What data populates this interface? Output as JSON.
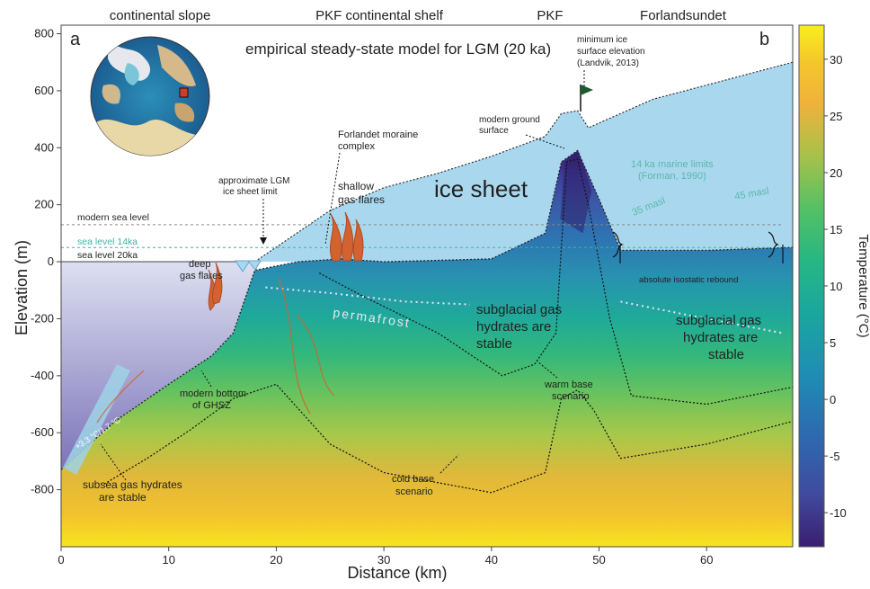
{
  "chart_data": {
    "type": "area",
    "xlabel": "Distance (km)",
    "ylabel": "Elevation (m)",
    "xlim": [
      0,
      68
    ],
    "ylim": [
      -1000,
      830
    ],
    "xticks": [
      "0",
      "10",
      "20",
      "30",
      "40",
      "50",
      "60"
    ],
    "yticks": [
      "800",
      "600",
      "400",
      "200",
      "0",
      "-200",
      "-400",
      "-600",
      "-800"
    ],
    "colorbar": {
      "label": "Temperature (°C)",
      "ticks": [
        "30",
        "25",
        "20",
        "15",
        "10",
        "5",
        "0",
        "-5",
        "-10"
      ],
      "range": [
        -13,
        33
      ]
    },
    "regions": [
      "continental slope",
      "PKF continental shelf",
      "PKF",
      "Forlandsundet"
    ],
    "panel_labels": [
      "a",
      "b"
    ],
    "title": "empirical steady-state model for LGM (20 ka)",
    "sea_levels": [
      {
        "label": "modern sea level",
        "elevation": 130
      },
      {
        "label": "sea level 14ka",
        "elevation": 50
      },
      {
        "label": "sea level 20ka",
        "elevation": 0
      }
    ],
    "ice_surface": {
      "x": [
        18,
        25,
        30,
        35,
        40,
        45,
        46.5,
        48,
        49,
        55,
        60,
        68
      ],
      "y": [
        0,
        180,
        260,
        310,
        370,
        440,
        520,
        530,
        470,
        570,
        620,
        700
      ]
    },
    "ground_surface": {
      "x": [
        0,
        5,
        10,
        14,
        16,
        18,
        22,
        26,
        30,
        40,
        45,
        46.5,
        48,
        50,
        52,
        60,
        68
      ],
      "y": [
        -730,
        -560,
        -430,
        -330,
        -250,
        -30,
        0,
        10,
        0,
        10,
        100,
        350,
        390,
        220,
        40,
        40,
        50
      ]
    },
    "cold_base_ghsz": {
      "x": [
        4,
        8,
        12,
        16,
        20,
        25,
        30,
        40,
        45,
        46.5,
        48,
        49.5,
        52,
        60,
        68
      ],
      "y": [
        -780,
        -690,
        -590,
        -480,
        -430,
        -640,
        -740,
        -810,
        -740,
        -480,
        -450,
        -520,
        -690,
        -640,
        -560
      ]
    },
    "warm_base_ghsz": {
      "x": [
        24,
        28,
        35,
        41,
        44,
        46,
        47,
        48,
        49,
        51,
        53,
        60,
        68
      ],
      "y": [
        -40,
        -120,
        -250,
        -400,
        -360,
        -250,
        350,
        360,
        200,
        -200,
        -470,
        -500,
        -440
      ]
    },
    "annotations": [
      "minimum ice surface elevation (Landvik, 2013)",
      "modern ground surface",
      "Forlandet moraine complex",
      "approximate LGM ice sheet limit",
      "shallow gas flares",
      "ice sheet",
      "14 ka marine limits (Forman, 1990)",
      "35 masl",
      "45 masl",
      "deep gas flares",
      "absolute isostatic rebound",
      "permafrost",
      "subglacial gas hydrates are stable",
      "subglacial gas hydrates are stable",
      "modern bottom of GHSZ",
      "warm base scenario",
      "cold base scenario",
      "subsea gas hydrates are stable",
      "+3.3 °C/1.7 °C"
    ]
  }
}
